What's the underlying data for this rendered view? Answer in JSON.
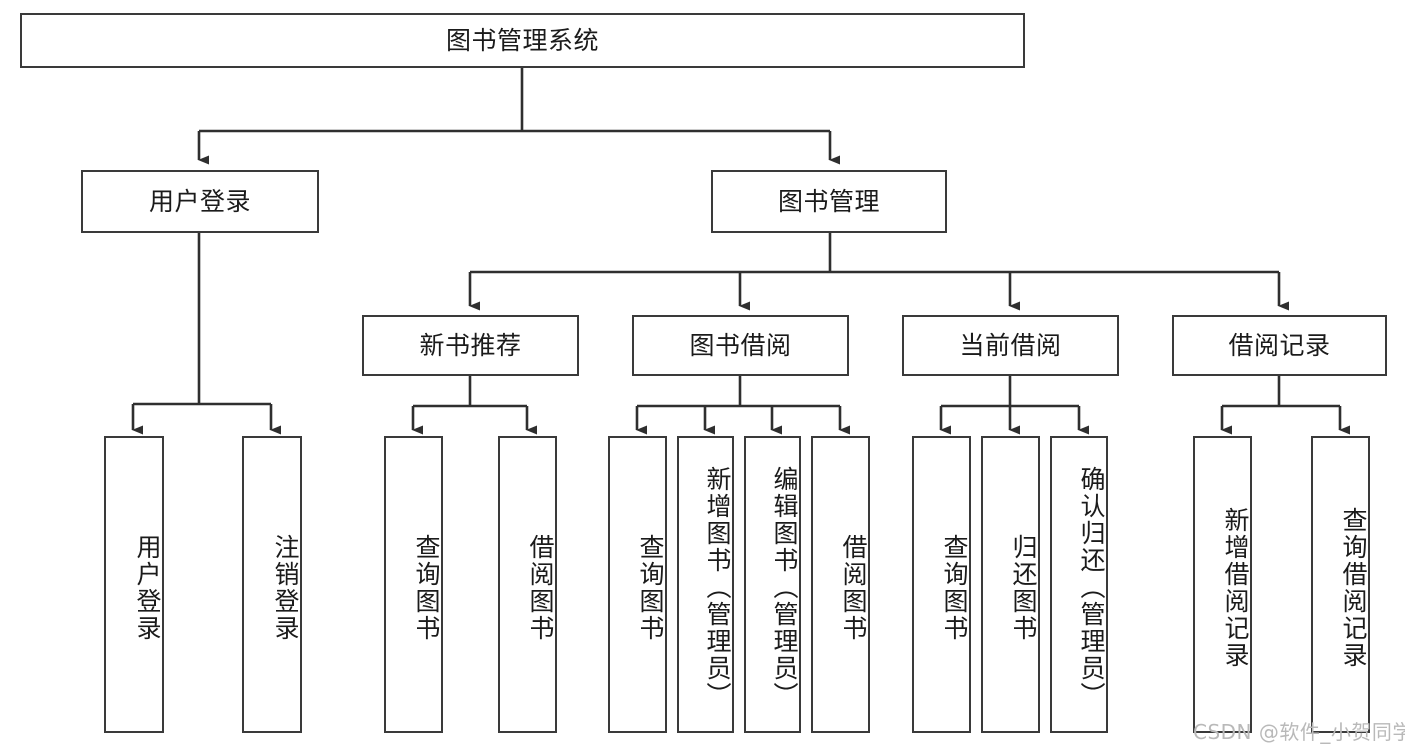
{
  "diagram": {
    "title": "图书管理系统",
    "type": "hierarchy-tree",
    "root": {
      "label": "图书管理系统"
    },
    "level2": [
      {
        "label": "用户登录"
      },
      {
        "label": "图书管理"
      }
    ],
    "level3": [
      {
        "label": "新书推荐",
        "parent": "图书管理"
      },
      {
        "label": "图书借阅",
        "parent": "图书管理"
      },
      {
        "label": "当前借阅",
        "parent": "图书管理"
      },
      {
        "label": "借阅记录",
        "parent": "图书管理"
      }
    ],
    "leaves": {
      "user_login": [
        {
          "label": "用户登录"
        },
        {
          "label": "注销登录"
        }
      ],
      "new_book_recommend": [
        {
          "label": "查询图书"
        },
        {
          "label": "借阅图书"
        }
      ],
      "book_borrow": [
        {
          "label": "查询图书"
        },
        {
          "label": "新增图书（管理员）"
        },
        {
          "label": "编辑图书（管理员）"
        },
        {
          "label": "借阅图书"
        }
      ],
      "current_borrow": [
        {
          "label": "查询图书"
        },
        {
          "label": "归还图书"
        },
        {
          "label": "确认归还（管理员）"
        }
      ],
      "borrow_record": [
        {
          "label": "新增借阅记录"
        },
        {
          "label": "查询借阅记录"
        }
      ]
    }
  },
  "watermark": {
    "text": "CSDN @软件_小贺同学"
  },
  "colors": {
    "border": "#3a3a3a",
    "text": "#1b1b1b",
    "background": "#ffffff",
    "watermark": "#b9b9b9"
  }
}
